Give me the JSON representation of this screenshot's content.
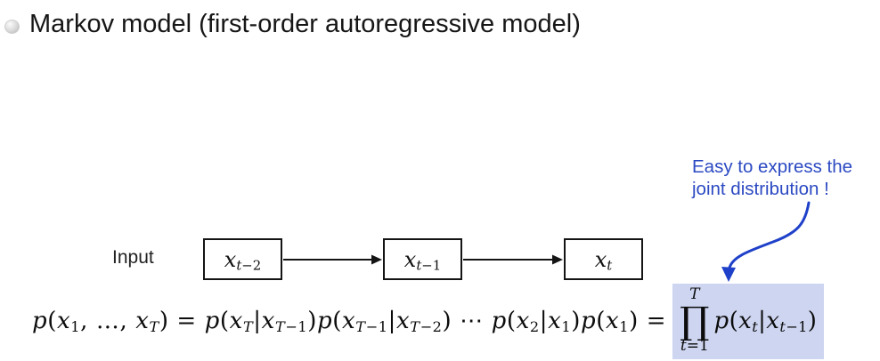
{
  "slide": {
    "title": "Markov model (first-order autoregressive model)"
  },
  "diagram": {
    "input_label": "Input",
    "nodes": [
      {
        "label": "x_{t−2}"
      },
      {
        "label": "x_{t−1}"
      },
      {
        "label": "x_{t}"
      }
    ]
  },
  "annotation": {
    "line1": "Easy to express the",
    "line2": "joint distribution !"
  },
  "formula": {
    "lhs": "p(x_{1}, …, x_{T}) = p(x_{T}|x_{T−1})p(x_{T−1}|x_{T−2}) ⋯ p(x_{2}|x_{1})p(x_{1}) =",
    "product_upper": "T",
    "product_symbol": "∏",
    "product_lower": "t=1",
    "product_body": "p(x_{t}|x_{t−1})"
  },
  "colors": {
    "annotation_blue": "#2b49c2",
    "arrow_blue": "#1f41c9",
    "highlight": "#cdd5f0"
  }
}
